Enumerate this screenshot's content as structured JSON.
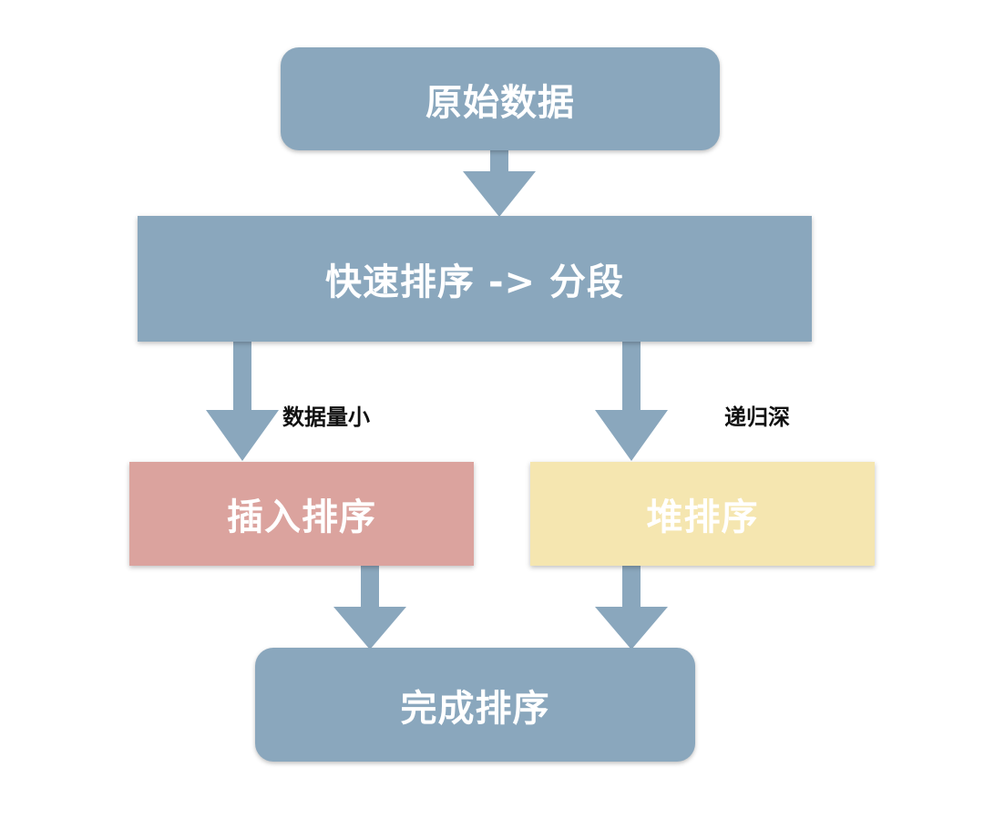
{
  "diagram": {
    "nodes": {
      "raw_data": "原始数据",
      "quick_sort": "快速排序 -> 分段",
      "insertion_sort": "插入排序",
      "heap_sort": "堆排序",
      "done": "完成排序"
    },
    "edge_labels": {
      "small_data": "数据量小",
      "deep_recursion": "递归深"
    },
    "colors": {
      "primary": "#8aa7bd",
      "insertion": "#dba39e",
      "heap": "#f5e6b0",
      "text": "#ffffff"
    }
  }
}
